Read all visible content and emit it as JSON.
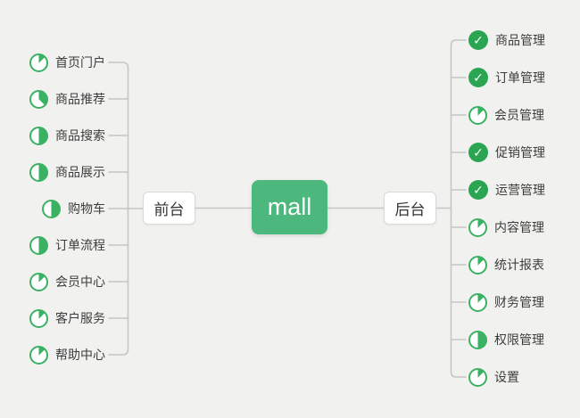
{
  "root": {
    "label": "mall"
  },
  "branches": {
    "left": {
      "label": "前台",
      "items": [
        {
          "label": "首页门户",
          "icon": "progress-1-8"
        },
        {
          "label": "商品推荐",
          "icon": "progress-3-8"
        },
        {
          "label": "商品搜索",
          "icon": "progress-1-2"
        },
        {
          "label": "商品展示",
          "icon": "progress-1-2"
        },
        {
          "label": "购物车",
          "icon": "progress-1-2"
        },
        {
          "label": "订单流程",
          "icon": "progress-1-2"
        },
        {
          "label": "会员中心",
          "icon": "progress-1-8"
        },
        {
          "label": "客户服务",
          "icon": "progress-1-8"
        },
        {
          "label": "帮助中心",
          "icon": "progress-1-8"
        }
      ]
    },
    "right": {
      "label": "后台",
      "items": [
        {
          "label": "商品管理",
          "icon": "done"
        },
        {
          "label": "订单管理",
          "icon": "done"
        },
        {
          "label": "会员管理",
          "icon": "progress-1-8"
        },
        {
          "label": "促销管理",
          "icon": "done"
        },
        {
          "label": "运营管理",
          "icon": "done"
        },
        {
          "label": "内容管理",
          "icon": "progress-1-8"
        },
        {
          "label": "统计报表",
          "icon": "progress-1-8"
        },
        {
          "label": "财务管理",
          "icon": "progress-1-8"
        },
        {
          "label": "权限管理",
          "icon": "progress-1-2"
        },
        {
          "label": "设置",
          "icon": "progress-1-8"
        }
      ]
    }
  },
  "colors": {
    "background": "#f1f1ef",
    "root_node": "#4db87d",
    "icon_progress": "#3bb164",
    "icon_done": "#2aa653",
    "connector": "#c6c6c4",
    "label": "#3d3d3d"
  }
}
